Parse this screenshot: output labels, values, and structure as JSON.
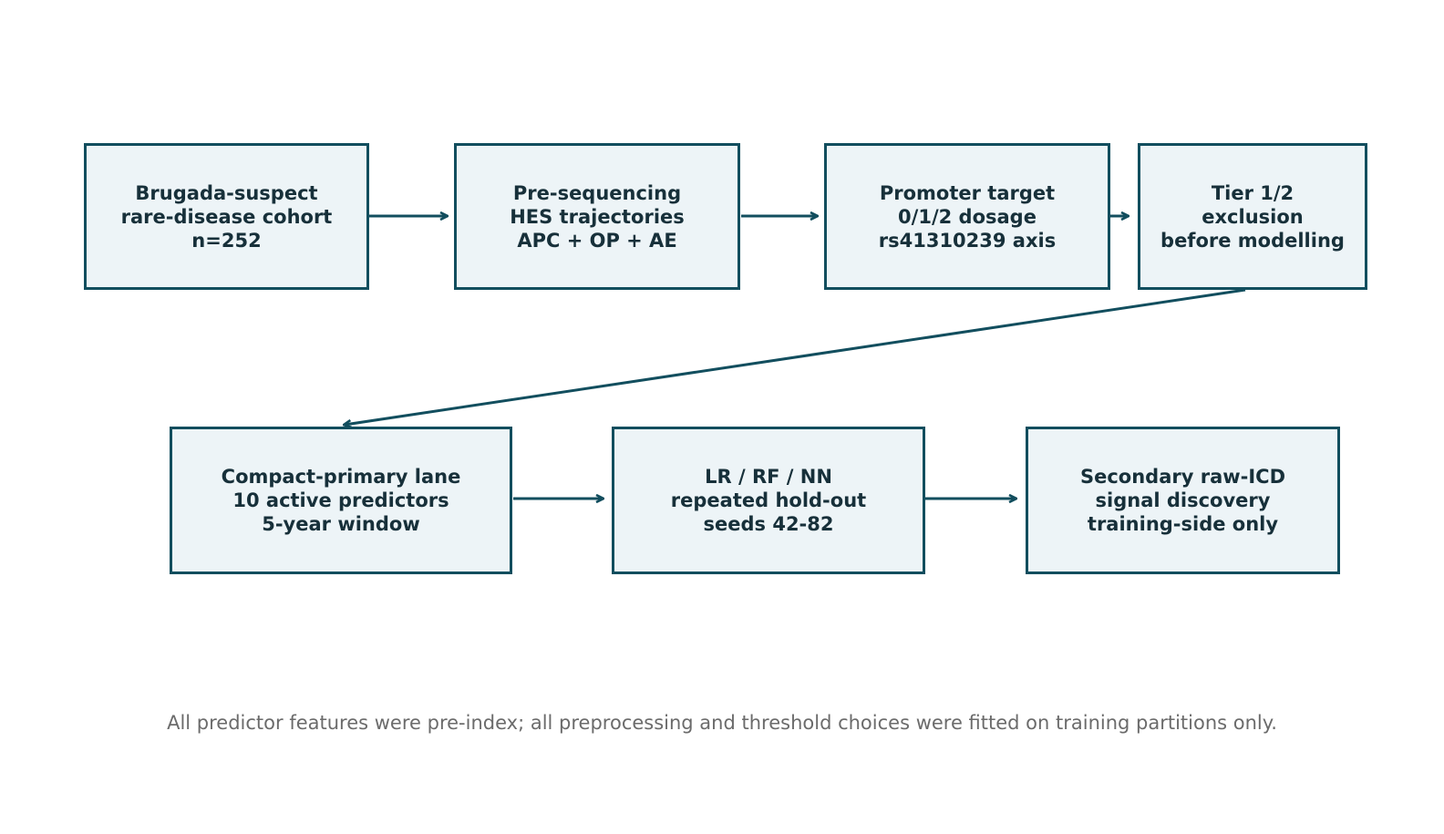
{
  "colors": {
    "box_fill": "#edf4f7",
    "box_border": "#124e5e",
    "arrow": "#124e5e",
    "box_text": "#17303a",
    "caption_text": "#6b6b6b"
  },
  "nodes": [
    {
      "id": "cohort",
      "lines": [
        "Brugada-suspect",
        "rare-disease cohort",
        "n=252"
      ]
    },
    {
      "id": "hes",
      "lines": [
        "Pre-sequencing",
        "HES trajectories",
        "APC + OP + AE"
      ]
    },
    {
      "id": "promoter",
      "lines": [
        "Promoter target",
        "0/1/2 dosage",
        "rs41310239 axis"
      ]
    },
    {
      "id": "tier",
      "lines": [
        "Tier 1/2",
        "exclusion",
        "before modelling"
      ]
    },
    {
      "id": "compact",
      "lines": [
        "Compact-primary lane",
        "10 active predictors",
        "5-year window"
      ]
    },
    {
      "id": "models",
      "lines": [
        "LR / RF / NN",
        "repeated hold-out",
        "seeds 42-82"
      ]
    },
    {
      "id": "secondary",
      "lines": [
        "Secondary raw-ICD",
        "signal discovery",
        "training-side only"
      ]
    }
  ],
  "edges": [
    {
      "from": "cohort",
      "to": "hes"
    },
    {
      "from": "hes",
      "to": "promoter"
    },
    {
      "from": "promoter",
      "to": "tier"
    },
    {
      "from": "tier",
      "to": "compact"
    },
    {
      "from": "compact",
      "to": "models"
    },
    {
      "from": "models",
      "to": "secondary"
    }
  ],
  "caption": "All predictor features were pre-index; all preprocessing and threshold choices were fitted on training partitions only."
}
